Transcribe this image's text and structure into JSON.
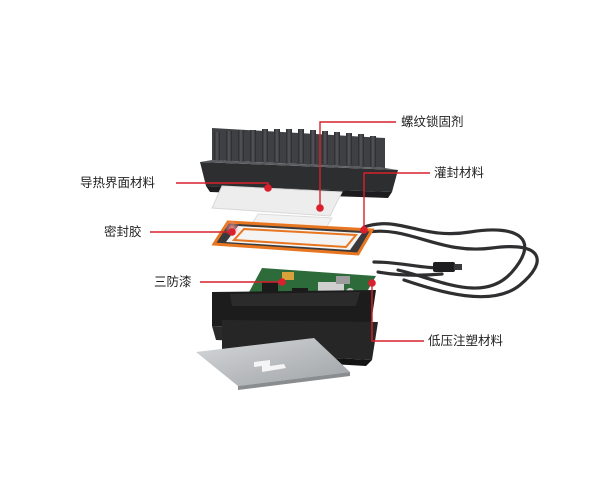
{
  "colors": {
    "accent": "#d9202c",
    "heatsink": "#3b3b3d",
    "gasket": "#e8751f",
    "pcb": "#2e6b3a",
    "housing": "#1c1c1c",
    "base_plate": "#b9bcbf"
  },
  "labels": {
    "thread_locker": "螺纹锁固剂",
    "thermal_interface": "导热界面材料",
    "potting": "灌封材料",
    "sealant": "密封胶",
    "conformal_coating": "三防漆",
    "low_pressure_molding": "低压注塑材料"
  }
}
